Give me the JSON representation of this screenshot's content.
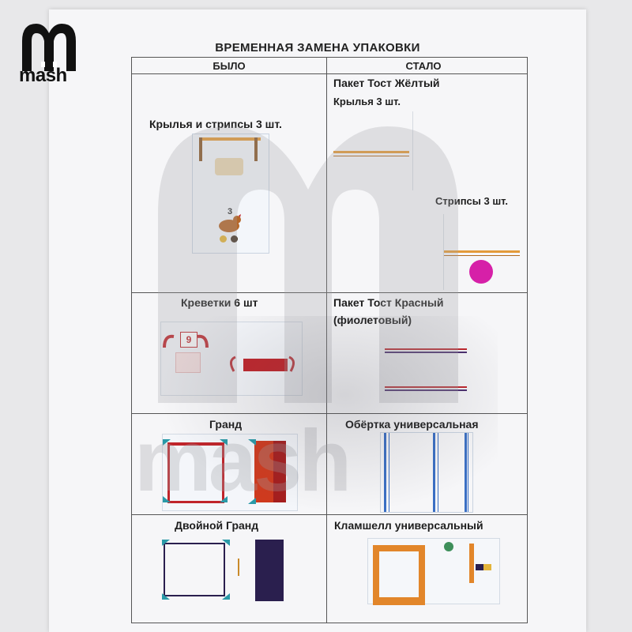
{
  "brand": {
    "logo_text": "mash",
    "watermark_text": "mash"
  },
  "document": {
    "title": "ВРЕМЕННАЯ ЗАМЕНА УПАКОВКИ",
    "columns": {
      "before": "БЫЛО",
      "after": "СТАЛО"
    },
    "rows": [
      {
        "before": "Крылья и стрипсы 3 шт.",
        "after_title": "Пакет Тост Жёлтый",
        "after_sub1": "Крылья 3 шт.",
        "after_sub2": "Стрипсы 3 шт.",
        "badge_number": "3"
      },
      {
        "before": "Креветки 6 шт",
        "after_title": "Пакет Тост Красный",
        "after_sub1": "(фиолетовый)",
        "badge_number": "9"
      },
      {
        "before": "Гранд",
        "after": "Обёртка универсальная"
      },
      {
        "before": "Двойной Гранд",
        "after": "Кламшелл универсальный"
      }
    ]
  },
  "colors": {
    "yellow_bag": "#e39a3a",
    "red_bag": "#c0242a",
    "violet_bag": "#4a2d6e",
    "magenta_dot": "#d620a8",
    "blue_stripe": "#3a6fc4",
    "teal": "#2a9aa8",
    "dark_navy": "#2a1f4e"
  }
}
